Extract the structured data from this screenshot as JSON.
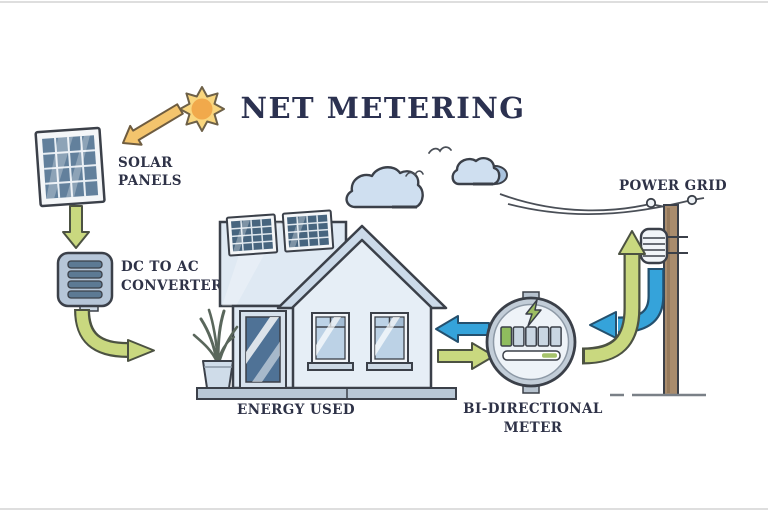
{
  "title": "NET METERING",
  "labels": {
    "solar_panels_line1": "SOLAR",
    "solar_panels_line2": "PANELS",
    "converter_line1": "DC TO AC",
    "converter_line2": "CONVERTER",
    "energy_used": "ENERGY USED",
    "meter_line1": "BI-DIRECTIONAL",
    "meter_line2": "METER",
    "power_grid": "POWER GRID"
  },
  "colors": {
    "title_text": "#2b3150",
    "label_text": "#2e3247",
    "outline": "#3b4049",
    "solar_flow_green": "#c9d87f",
    "grid_flow_blue": "#35a3da",
    "sunlight_orange": "#f3c46d",
    "sun_fill": "#f9d67e",
    "sun_core": "#f1a94b",
    "house_wall": "#dfe9f3",
    "roof": "#ccdae9",
    "panel_cell": "#62809c",
    "roof_panel_cell": "#47657f",
    "meter_ring": "#c2cdd8",
    "meter_face": "#eef3f8",
    "meter_digit_green": "#8fbc5e",
    "meter_bar_green": "#a6c36b",
    "pole_brown": "#a98c6d",
    "cloud": "#cfdff0",
    "cloud_shadow": "#a9c3de"
  }
}
